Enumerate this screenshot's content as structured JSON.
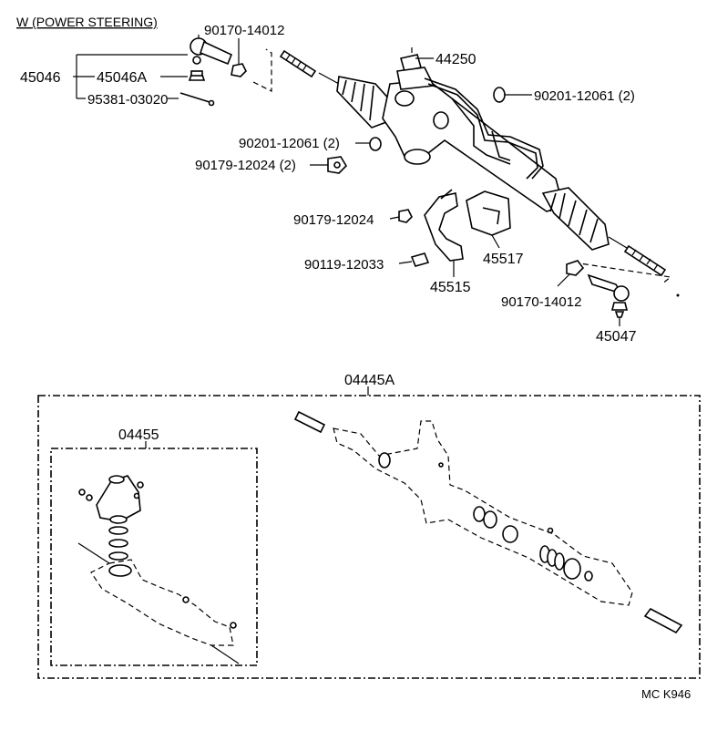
{
  "title": "W (POWER STEERING)",
  "parts": {
    "p45046": "45046",
    "p45046A": "45046A",
    "p95381": "95381-03020",
    "p90170_top": "90170-14012",
    "p44250": "44250",
    "p90201_right": "90201-12061 (2)",
    "p90201_left": "90201-12061 (2)",
    "p90179_top": "90179-12024 (2)",
    "p90179_mid": "90179-12024",
    "p90119": "90119-12033",
    "p45517": "45517",
    "p45515": "45515",
    "p90170_bottom": "90170-14012",
    "p45047": "45047",
    "p04445A": "04445A",
    "p04455": "04455"
  },
  "ref_code": "MC K946"
}
